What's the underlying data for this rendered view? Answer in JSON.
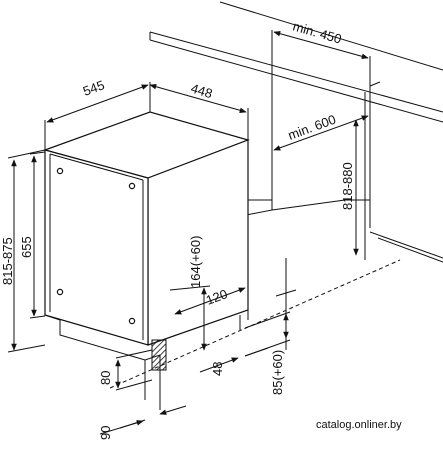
{
  "dimensions": {
    "cabinet_width_top": "min. 450",
    "cabinet_depth": "min. 600",
    "cabinet_height": "818-880",
    "appliance_depth": "545",
    "appliance_width": "448",
    "appliance_body_height": "655",
    "appliance_total_height": "815-875",
    "door_height_adjust": "164(+60)",
    "plinth_setback": "120",
    "plinth_height": "80",
    "kick_depth": "90",
    "plinth_offset": "48",
    "plinth_range": "85(+60)"
  },
  "watermark": "catalog.onliner.by",
  "colors": {
    "ink": "#111111",
    "hatch": "#222222",
    "background": "#ffffff"
  }
}
